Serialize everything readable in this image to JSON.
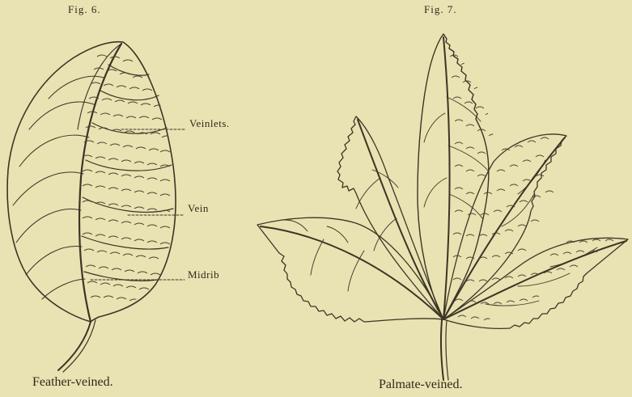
{
  "figure_left": {
    "title": "Fig. 6.",
    "caption": "Feather-veined.",
    "labels": {
      "veinlets": "Veinlets.",
      "vein": "Vein",
      "midrib": "Midrib"
    }
  },
  "figure_right": {
    "title": "Fig. 7.",
    "caption": "Palmate-veined."
  },
  "colors": {
    "paper": "#e9e2b2",
    "ink": "#3a3526"
  }
}
